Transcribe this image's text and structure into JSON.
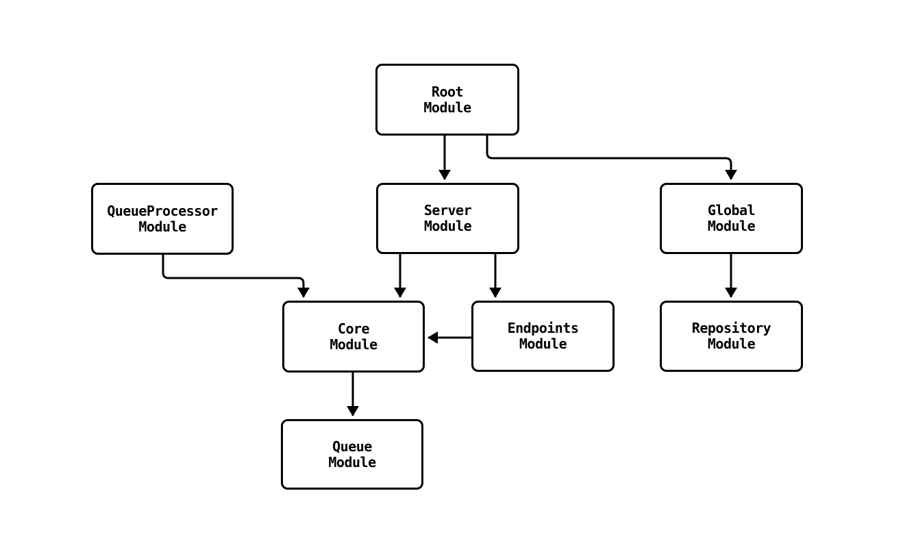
{
  "diagram": {
    "type": "module-dependency-flowchart",
    "background_color": "#ffffff",
    "line_color": "#000000",
    "text_color": "#000000",
    "nodes": {
      "root": {
        "label": "Root\nModule"
      },
      "queueprocessor": {
        "label": "QueueProcessor\nModule"
      },
      "server": {
        "label": "Server\nModule"
      },
      "global": {
        "label": "Global\nModule"
      },
      "core": {
        "label": "Core\nModule"
      },
      "endpoints": {
        "label": "Endpoints\nModule"
      },
      "repository": {
        "label": "Repository\nModule"
      },
      "queue": {
        "label": "Queue\nModule"
      }
    },
    "edges": [
      {
        "from": "Root Module",
        "to": "Server Module"
      },
      {
        "from": "Root Module",
        "to": "Global Module"
      },
      {
        "from": "QueueProcessor Module",
        "to": "Core Module"
      },
      {
        "from": "Server Module",
        "to": "Core Module"
      },
      {
        "from": "Server Module",
        "to": "Endpoints Module"
      },
      {
        "from": "Global Module",
        "to": "Repository Module"
      },
      {
        "from": "Endpoints Module",
        "to": "Core Module"
      },
      {
        "from": "Core Module",
        "to": "Queue Module"
      }
    ]
  }
}
